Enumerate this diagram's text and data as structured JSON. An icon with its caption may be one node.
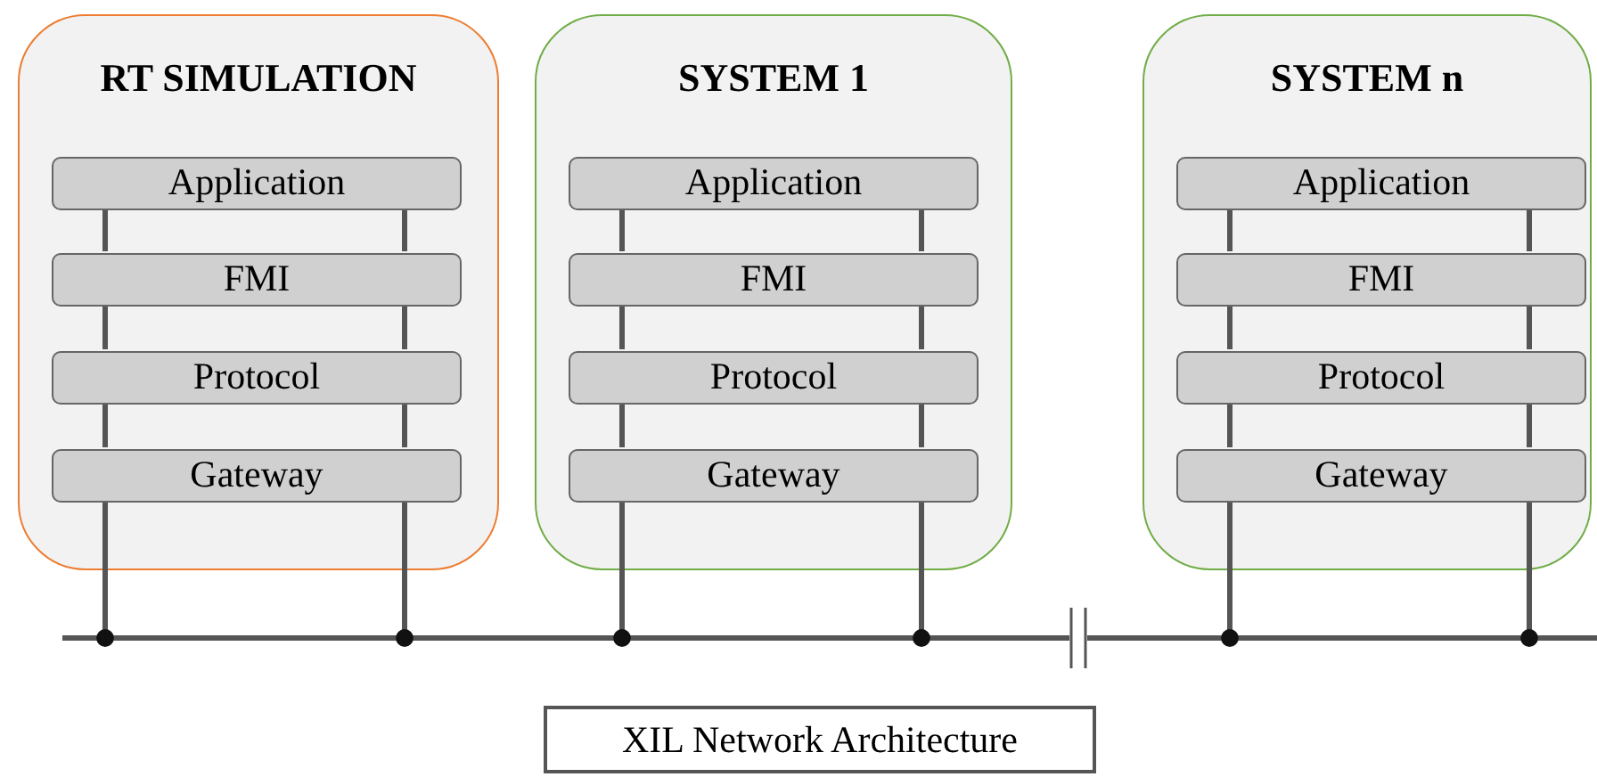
{
  "diagram": {
    "nodes": [
      {
        "text": [
          "RT SIMULATION"
        ]
      },
      {
        "text": [
          "Application"
        ],
        "in": 0
      },
      {
        "text": [
          "FMI"
        ],
        "in": 0
      },
      {
        "text": [
          "Protocol"
        ],
        "in": 0
      },
      {
        "text": [
          "Gateway"
        ],
        "in": 0
      },
      {
        "text": [
          "SYSTEM 1"
        ]
      },
      {
        "text": [
          "Application"
        ],
        "in": 5
      },
      {
        "text": [
          "FMI"
        ],
        "in": 5
      },
      {
        "text": [
          "Protocol"
        ],
        "in": 5
      },
      {
        "text": [
          "Gateway"
        ],
        "in": 5
      },
      {
        "text": [
          "SYSTEM n"
        ]
      },
      {
        "text": [
          "Application"
        ],
        "in": 10
      },
      {
        "text": [
          "FMI"
        ],
        "in": 10
      },
      {
        "text": [
          "Protocol"
        ],
        "in": 10
      },
      {
        "text": [
          "Gateway"
        ],
        "in": 10
      },
      {
        "text": [],
        "shape": "bar"
      },
      {
        "text": [
          "XIL Network Architecture"
        ]
      }
    ],
    "edges": [
      {
        "from": 1,
        "to": 2,
        "arrow": "none"
      },
      {
        "from": 2,
        "to": 3,
        "arrow": "none"
      },
      {
        "from": 3,
        "to": 4,
        "arrow": "none"
      },
      {
        "from": 4,
        "to": 15,
        "arrow": "other"
      },
      {
        "from": 1,
        "to": 2,
        "arrow": "none"
      },
      {
        "from": 2,
        "to": 3,
        "arrow": "none"
      },
      {
        "from": 3,
        "to": 4,
        "arrow": "none"
      },
      {
        "from": 4,
        "to": 15,
        "arrow": "other"
      },
      {
        "from": 6,
        "to": 7,
        "arrow": "none"
      },
      {
        "from": 7,
        "to": 8,
        "arrow": "none"
      },
      {
        "from": 8,
        "to": 9,
        "arrow": "none"
      },
      {
        "from": 9,
        "to": 15,
        "arrow": "other"
      },
      {
        "from": 6,
        "to": 7,
        "arrow": "none"
      },
      {
        "from": 7,
        "to": 8,
        "arrow": "none"
      },
      {
        "from": 8,
        "to": 9,
        "arrow": "none"
      },
      {
        "from": 9,
        "to": 15,
        "arrow": "other"
      },
      {
        "from": 11,
        "to": 12,
        "arrow": "none"
      },
      {
        "from": 12,
        "to": 13,
        "arrow": "none"
      },
      {
        "from": 13,
        "to": 14,
        "arrow": "none"
      },
      {
        "from": 14,
        "to": 15,
        "arrow": "other"
      },
      {
        "from": 11,
        "to": 12,
        "arrow": "none"
      },
      {
        "from": 12,
        "to": 13,
        "arrow": "none"
      },
      {
        "from": 13,
        "to": 14,
        "arrow": "none"
      },
      {
        "from": 14,
        "to": 15,
        "arrow": "other"
      }
    ]
  }
}
